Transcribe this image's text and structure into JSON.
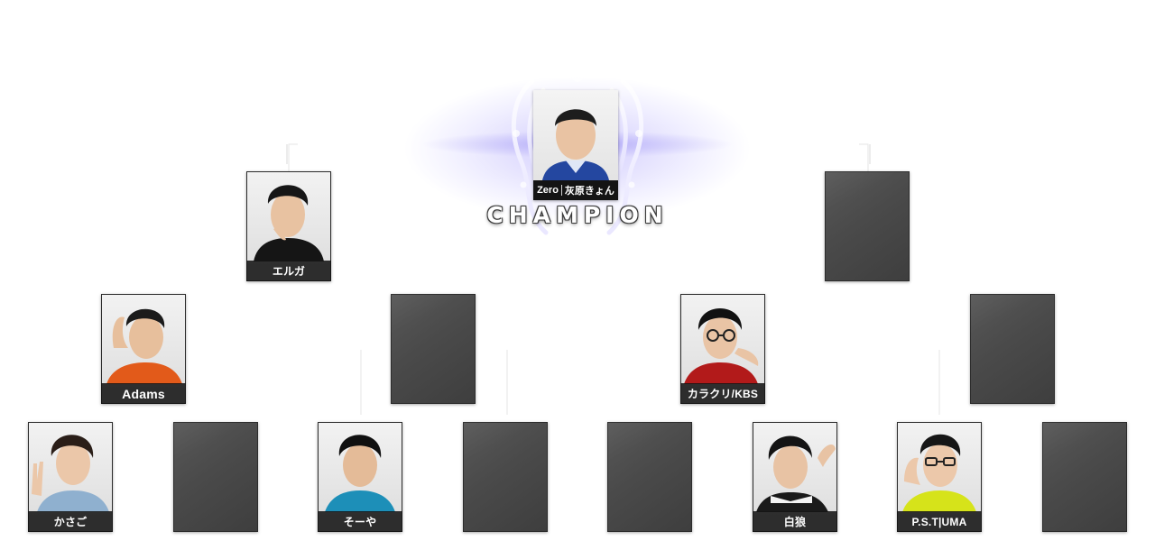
{
  "champion": {
    "team": "Zero",
    "player": "灰原きょん",
    "title": "CHAMPION"
  },
  "round_of_4": {
    "left": "エルガ"
  },
  "round_of_8": {
    "slot1": "Adams",
    "slot3": "カラクリ/KBS"
  },
  "round_of_16": {
    "slot1": "かさご",
    "slot3": "そーや",
    "slot6": "白狼",
    "slot7": "P.S.T|UMA"
  },
  "colors": {
    "glow": "#aaa0fa",
    "empty_slot": "#4a4a4a",
    "nameplate": "#141414",
    "line": "#e6e6e6"
  }
}
